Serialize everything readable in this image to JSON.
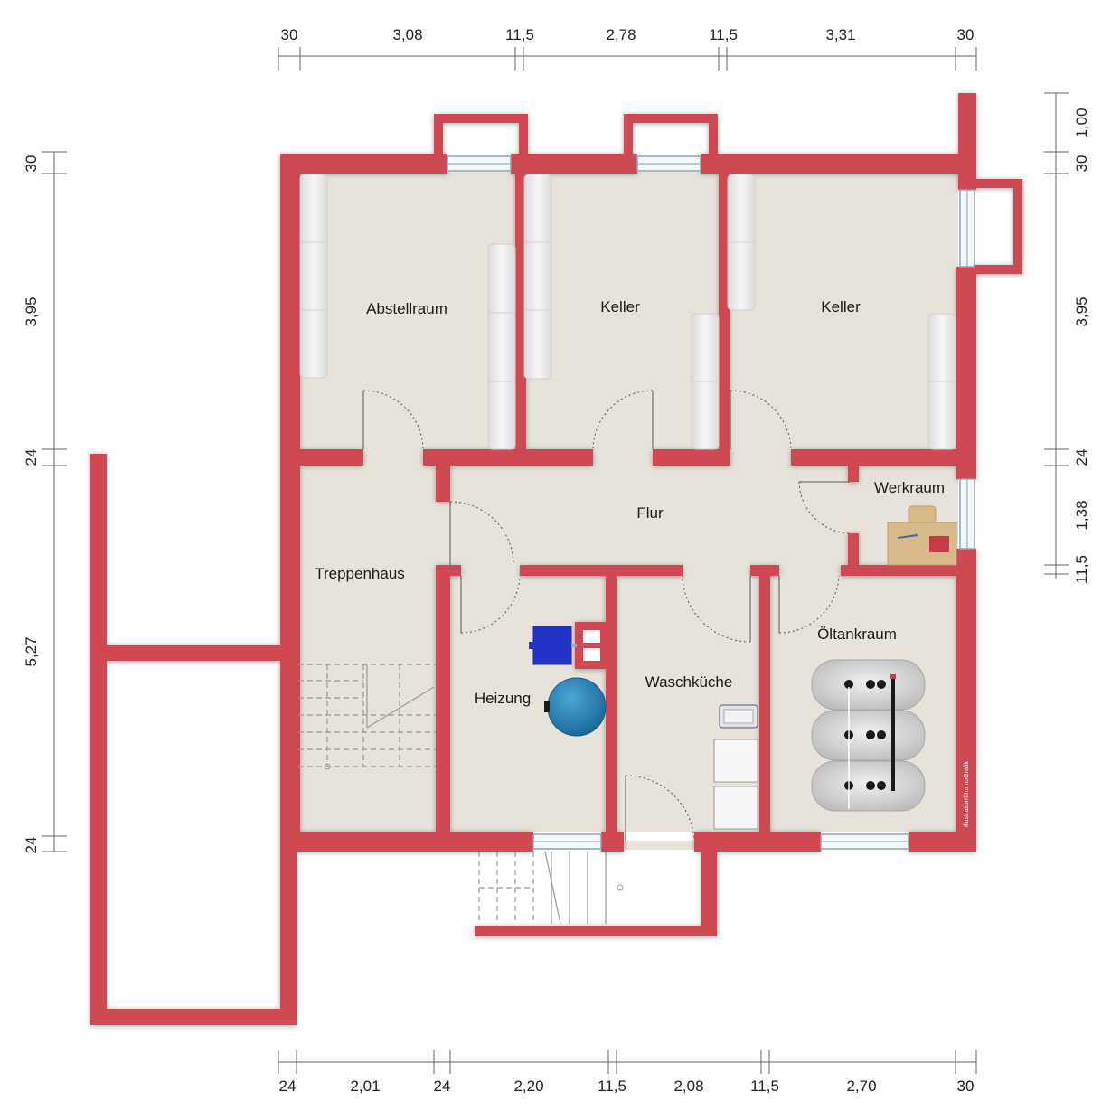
{
  "dimensions": {
    "top": [
      "30",
      "3,08",
      "11,5",
      "2,78",
      "11,5",
      "3,31",
      "30"
    ],
    "bottom": [
      "24",
      "2,01",
      "24",
      "2,20",
      "11,5",
      "2,08",
      "11,5",
      "2,70",
      "30"
    ],
    "left": [
      "30",
      "3,95",
      "24",
      "5,27",
      "24"
    ],
    "right": [
      "1,00",
      "30",
      "3,95",
      "24",
      "1,38",
      "11,5"
    ]
  },
  "rooms": {
    "abstellraum": "Abstellraum",
    "keller_1": "Keller",
    "keller_2": "Keller",
    "flur": "Flur",
    "werkraum": "Werkraum",
    "treppenhaus": "Treppenhaus",
    "heizung": "Heizung",
    "waschkueche": "Waschküche",
    "oeltankraum": "Öltankraum"
  },
  "watermark": "illustration©ImmoGrafik",
  "colors": {
    "wall": "#cf4a52",
    "floor": "#e8e3da",
    "background": "#ffffff"
  }
}
